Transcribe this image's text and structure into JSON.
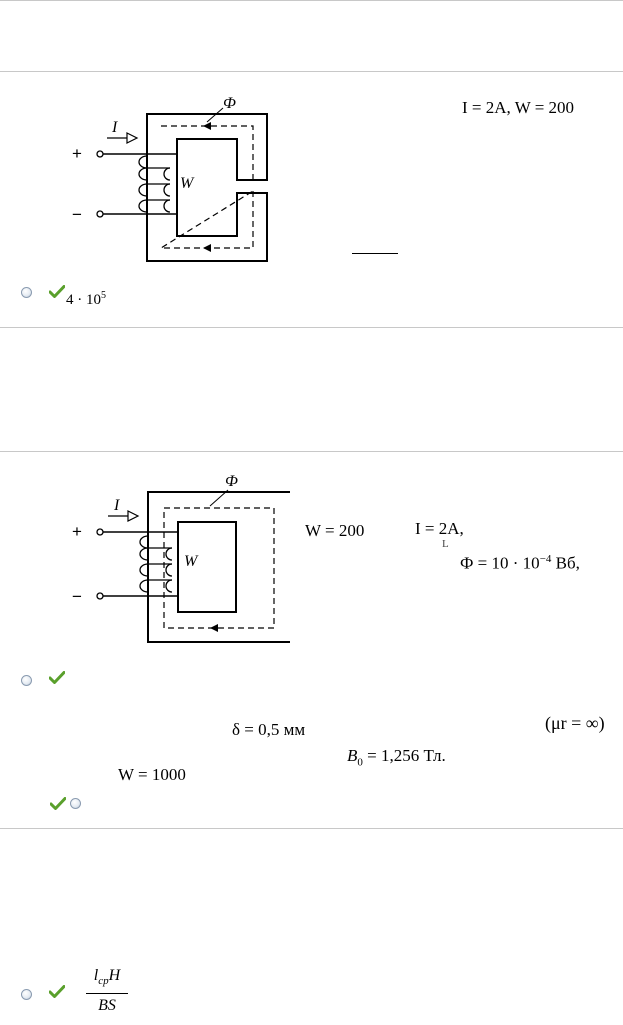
{
  "q1": {
    "given": "I = 2A, W = 200",
    "answer": {
      "coef": "4 · 10",
      "exp": "5"
    },
    "diagram": {
      "current": "I",
      "flux": "Ф",
      "turns": "W",
      "plus": "+",
      "minus": "−"
    }
  },
  "q2": {
    "w": "W = 200",
    "i": "I = 2A,",
    "flux": {
      "coef": "Ф = 10 · 10",
      "exp": "−4",
      "unit": " Вб,"
    },
    "stray_char": "L",
    "diagram": {
      "current": "I",
      "flux": "Ф",
      "turns": "W",
      "plus": "+",
      "minus": "−"
    }
  },
  "q3": {
    "delta": "δ = 0,5 мм",
    "mu": "(μr = ∞)",
    "b0": {
      "prefix": "B",
      "sub": "0",
      "rest": " = 1,256 Тл."
    },
    "w": "W = 1000"
  },
  "q4": {
    "formula": {
      "num": "l",
      "num_sub": "cp",
      "num_rest": "H",
      "den": "BS"
    }
  },
  "colors": {
    "divider": "#c8c8c8",
    "check": "#5aa02c",
    "radio_border": "#8a9bb0"
  }
}
